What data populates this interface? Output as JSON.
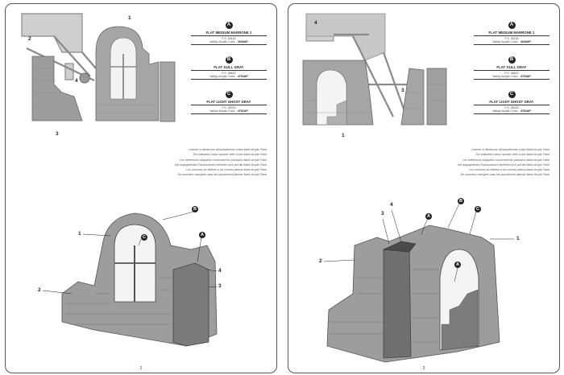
{
  "colors": {
    "border": "#555555",
    "sprue": "#b5b5b5",
    "stone": "#9d9d9d",
    "stone_dark": "#6f6f6f",
    "shadow": "#4a4a4a"
  },
  "left_page": {
    "folio": "2",
    "sprue_labels": [
      "1",
      "2",
      "3",
      "4"
    ],
    "paints": [
      {
        "letter": "A",
        "name": "FLAT MEDIUM MARRONE 1",
        "code": "F.S. 30118",
        "vallejo_label": "Vallejo Acrylic Color -",
        "vallejo_number": "4040AP"
      },
      {
        "letter": "B",
        "name": "FLAT GULL GRAY",
        "code": "F.S. 36622",
        "vallejo_label": "Vallejo Acrylic Color -",
        "vallejo_number": "4763AP"
      },
      {
        "letter": "C",
        "name": "FLAT LIGHT GHOST GRAY",
        "code": "F.S. 36320",
        "vallejo_label": "Vallejo Acrylic Color -",
        "vallejo_number": "4762AP"
      }
    ],
    "notes": [
      "I numeri si riferiscono all'assortimento colori Italeri Acrylic Paint",
      "The indicated colour number refer to the Italeri Acrylic Paint",
      "Les références indiquées concernent les peintures Italeri Acrylic Paint",
      "Die angegebenen Farbnummern beziehen sich auf die Italeri Acrylic Paint",
      "Los números se refieren a los colores pintura Italeri Acrylic Paint",
      "De nummers verwijzen naar het assortiment kleuren Italeri Acrylic Paint"
    ],
    "callouts": {
      "c1": "1",
      "c2": "2",
      "c3": "3",
      "c4": "4"
    },
    "paint_marks": {
      "b": "B",
      "c": "C",
      "a": "A"
    }
  },
  "right_page": {
    "folio": "3",
    "sprue_labels": [
      "4",
      "3",
      "1"
    ],
    "paints": [
      {
        "letter": "A",
        "name": "FLAT MEDIUM MARRONE 1",
        "code": "F.S. 30118",
        "vallejo_label": "Vallejo Acrylic Color -",
        "vallejo_number": "4040AP"
      },
      {
        "letter": "B",
        "name": "FLAT GULL GRAY",
        "code": "F.S. 36622",
        "vallejo_label": "Vallejo Acrylic Color -",
        "vallejo_number": "4763AP"
      },
      {
        "letter": "C",
        "name": "FLAT LIGHT GHOST GRAY",
        "code": "F.S. 36320",
        "vallejo_label": "Vallejo Acrylic Color -",
        "vallejo_number": "4762AP"
      }
    ],
    "notes": [
      "I numeri si riferiscono all'assortimento colori Italeri Acrylic Paint",
      "The indicated colour number refer to the Italeri Acrylic Paint",
      "Les références indiquées concernent les peintures Italeri Acrylic Paint",
      "Die angegebenen Farbnummern beziehen sich auf die Italeri Acrylic Paint",
      "Los números se refieren a los colores pintura Italeri Acrylic Paint",
      "De nummers verwijzen naar het assortiment kleuren Italeri Acrylic Paint"
    ],
    "callouts": {
      "c4": "4",
      "c3": "3",
      "c2": "2",
      "c1": "1"
    },
    "paint_marks": {
      "a": "A",
      "b": "B",
      "c": "C",
      "a2": "A"
    }
  }
}
